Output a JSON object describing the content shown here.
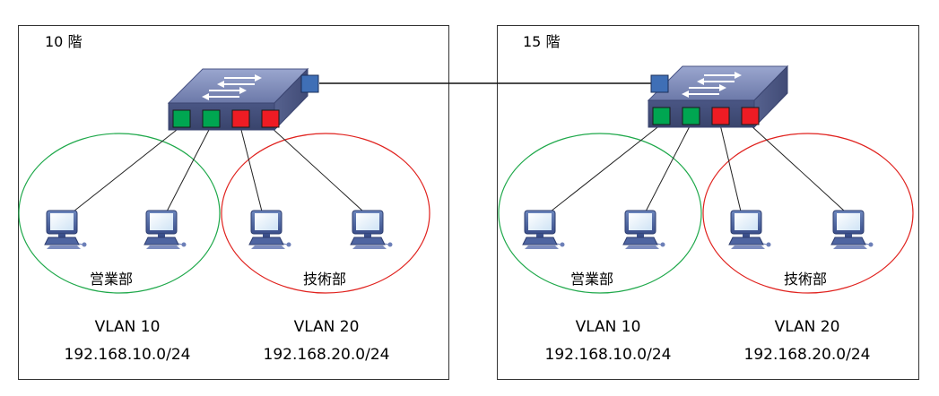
{
  "floors": [
    {
      "title": "10 階",
      "groups": [
        {
          "name": "営業部",
          "vlan": "VLAN 10",
          "subnet": "192.168.10.0/24",
          "color": "#1ea84a"
        },
        {
          "name": "技術部",
          "vlan": "VLAN 20",
          "subnet": "192.168.20.0/24",
          "color": "#e0211d"
        }
      ]
    },
    {
      "title": "15 階",
      "groups": [
        {
          "name": "営業部",
          "vlan": "VLAN 10",
          "subnet": "192.168.10.0/24",
          "color": "#1ea84a"
        },
        {
          "name": "技術部",
          "vlan": "VLAN 20",
          "subnet": "192.168.20.0/24",
          "color": "#e0211d"
        }
      ]
    }
  ],
  "colors": {
    "vlan10_port": "#00a651",
    "vlan20_port": "#ee1c24",
    "trunk_port": "#3f6fb6",
    "switch_body": "#5f6d9e"
  },
  "icons": [
    "network-switch-icon",
    "desktop-computer-icon"
  ]
}
